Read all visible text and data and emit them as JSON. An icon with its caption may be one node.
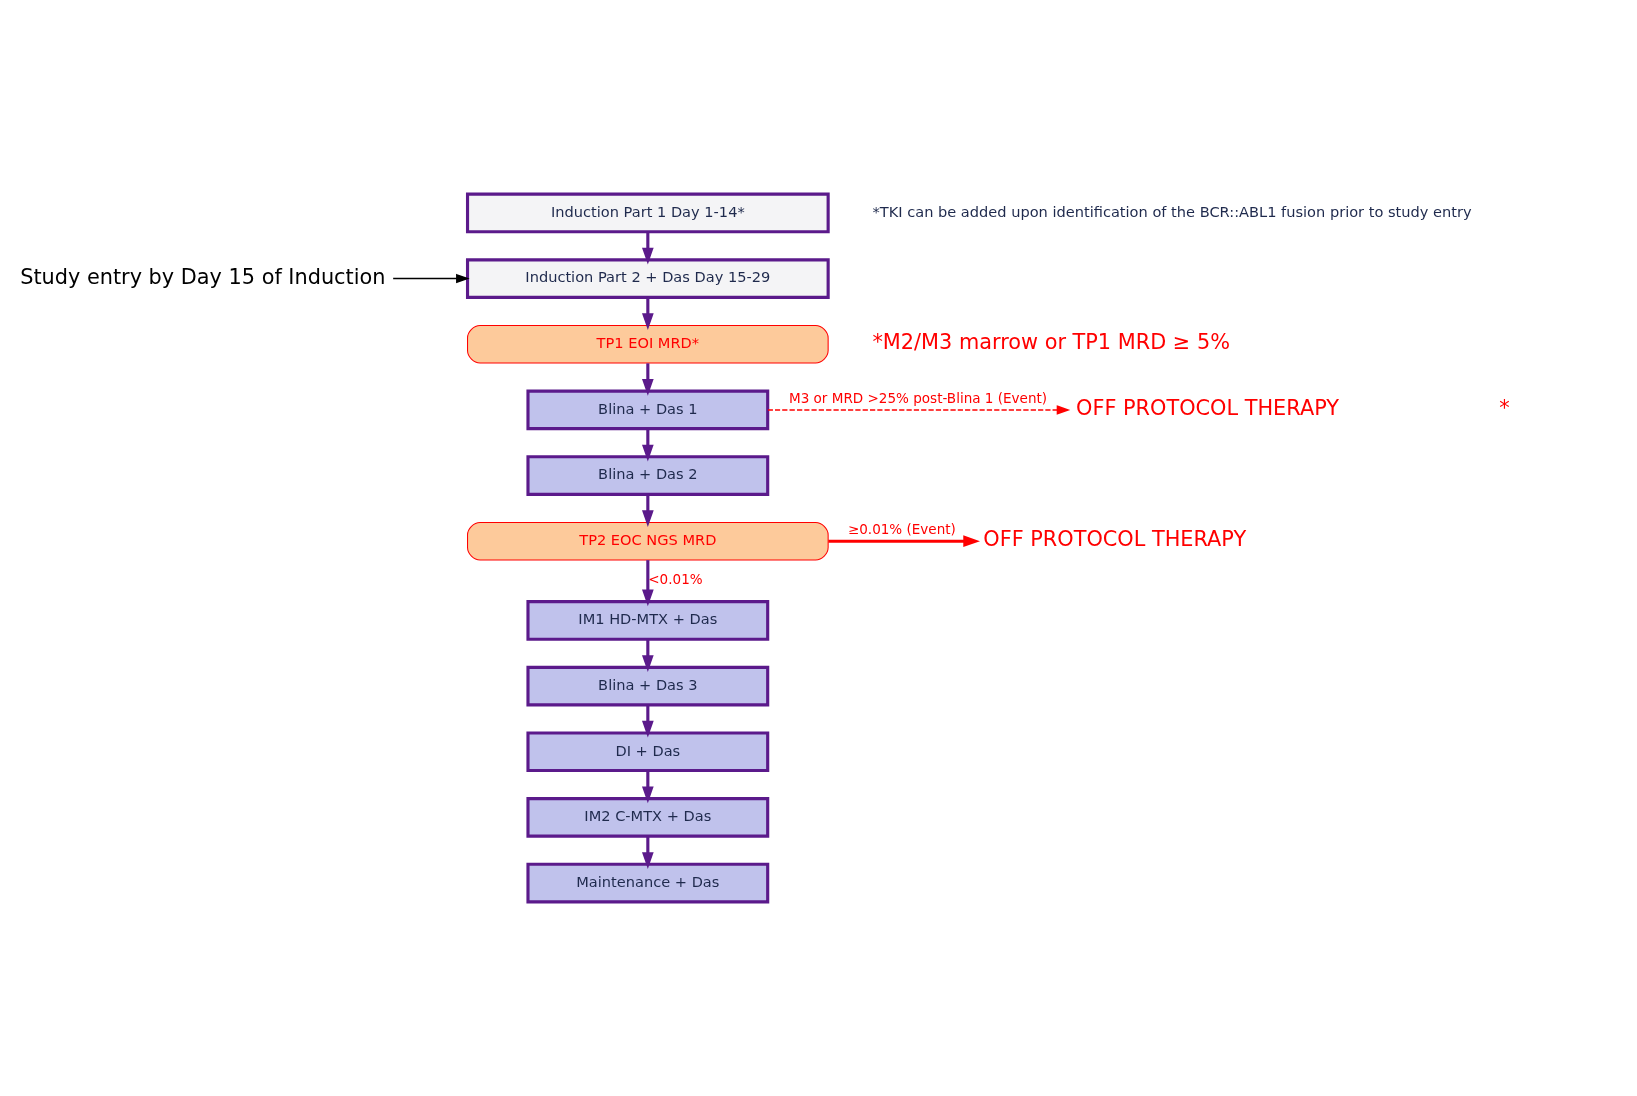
{
  "diagram": {
    "nodes": [
      {
        "text": [
          "Induction Part 1 Day 1-14*"
        ]
      },
      {
        "text": [
          "Induction Part 2 + Das Day 15-29"
        ]
      },
      {
        "text": [
          "TP1 EOI MRD*"
        ]
      },
      {
        "text": [
          "Blina + Das 1"
        ]
      },
      {
        "text": [
          "Blina + Das 2"
        ]
      },
      {
        "text": [
          "TP2 EOC NGS MRD"
        ]
      },
      {
        "text": [
          "IM1 HD-MTX + Das"
        ]
      },
      {
        "text": [
          "Blina + Das 3"
        ]
      },
      {
        "text": [
          "DI + Das"
        ]
      },
      {
        "text": [
          "IM2 C-MTX + Das"
        ]
      },
      {
        "text": [
          "Maintenance + Das"
        ]
      },
      {
        "text": [
          "Study entry by Day 15 of Induction"
        ]
      },
      {
        "text": [
          "OFF PROTOCOL THERAPY"
        ]
      },
      {
        "text": [
          "OFF PROTOCOL THERAPY"
        ]
      }
    ],
    "edges": [
      {
        "from": 0,
        "to": 1,
        "arrow": "to"
      },
      {
        "from": 11,
        "to": 1,
        "arrow": "to",
        "color": "#000000"
      },
      {
        "from": 1,
        "to": 2,
        "arrow": "to"
      },
      {
        "from": 2,
        "to": 3,
        "arrow": "to"
      },
      {
        "from": 3,
        "to": 4,
        "arrow": "to"
      },
      {
        "from": 3,
        "to": 12,
        "arrow": "to",
        "style": "dashed",
        "color": "#ff0000",
        "label": "M3 or MRD >25% post-Blina 1 (Event)"
      },
      {
        "from": 4,
        "to": 5,
        "arrow": "to"
      },
      {
        "from": 5,
        "to": 13,
        "arrow": "to",
        "color": "#ff0000",
        "label": "≥0.01% (Event)"
      },
      {
        "from": 5,
        "to": 6,
        "arrow": "to",
        "label": "<0.01%"
      },
      {
        "from": 6,
        "to": 7,
        "arrow": "to"
      },
      {
        "from": 7,
        "to": 8,
        "arrow": "to"
      },
      {
        "from": 8,
        "to": 9,
        "arrow": "to"
      },
      {
        "from": 9,
        "to": 10,
        "arrow": "to"
      }
    ],
    "labels": [
      "*TKI can be added upon identification of the BCR::ABL1 fusion prior to study entry",
      "*M2/M3 marrow or TP1 MRD ≥ 5%",
      "*"
    ]
  }
}
